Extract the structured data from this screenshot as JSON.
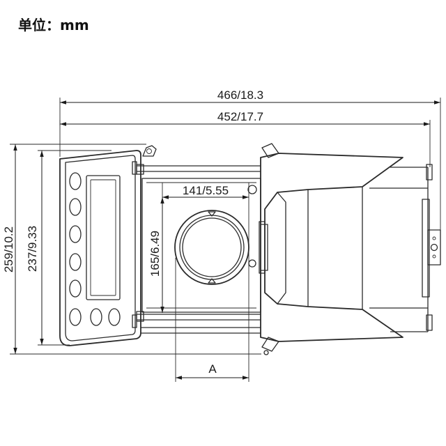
{
  "unit_label": "单位：mm",
  "dimensions": {
    "overall_width": "466/18.3",
    "inner_width": "452/17.7",
    "chamber_width": "141/5.55",
    "chamber_depth": "165/6.49",
    "overall_depth": "259/10.2",
    "inner_depth": "237/9.33",
    "pan_label": "A"
  }
}
